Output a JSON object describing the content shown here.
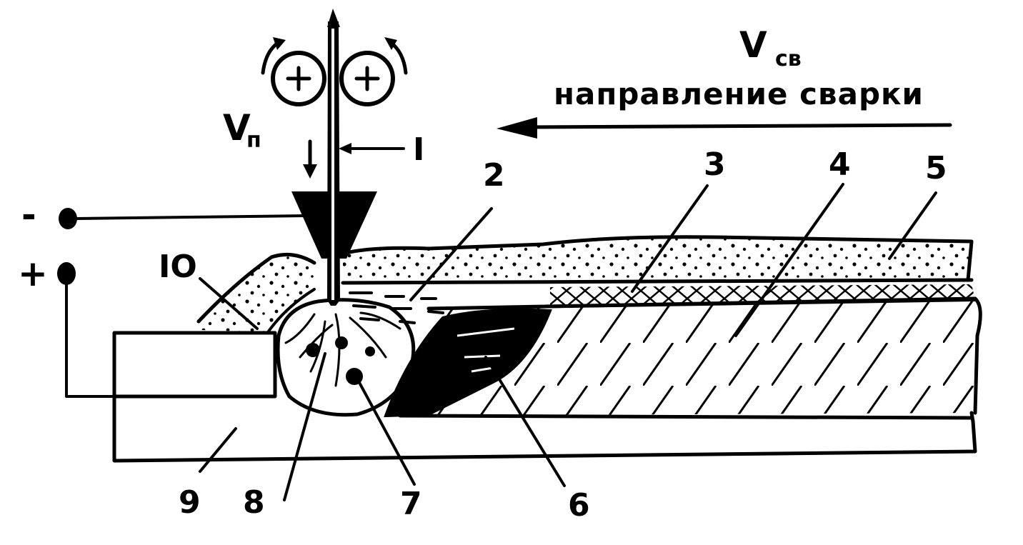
{
  "labels": {
    "v_feed_main": "V",
    "v_feed_sub": "п",
    "v_weld_main": "V",
    "v_weld_sub": "св",
    "direction_text": "направление сварки",
    "minus_sign": "-",
    "plus_sign": "+",
    "n1": "I",
    "n2": "2",
    "n3": "3",
    "n4": "4",
    "n5": "5",
    "n6": "6",
    "n7": "7",
    "n8": "8",
    "n9": "9",
    "n10": "IO"
  },
  "colors": {
    "ink": "#000000",
    "paper": "#ffffff"
  }
}
